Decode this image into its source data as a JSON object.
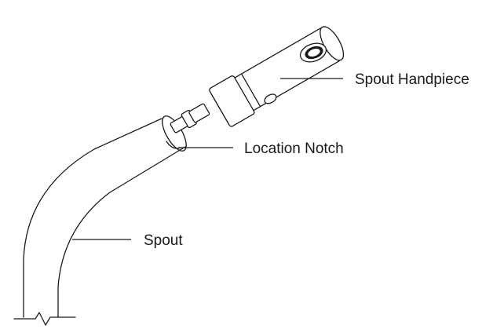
{
  "labels": {
    "spout_handpiece": "Spout Handpiece",
    "location_notch": "Location Notch",
    "spout": "Spout"
  },
  "colors": {
    "line": "#1a1a1a",
    "background": "#ffffff"
  }
}
